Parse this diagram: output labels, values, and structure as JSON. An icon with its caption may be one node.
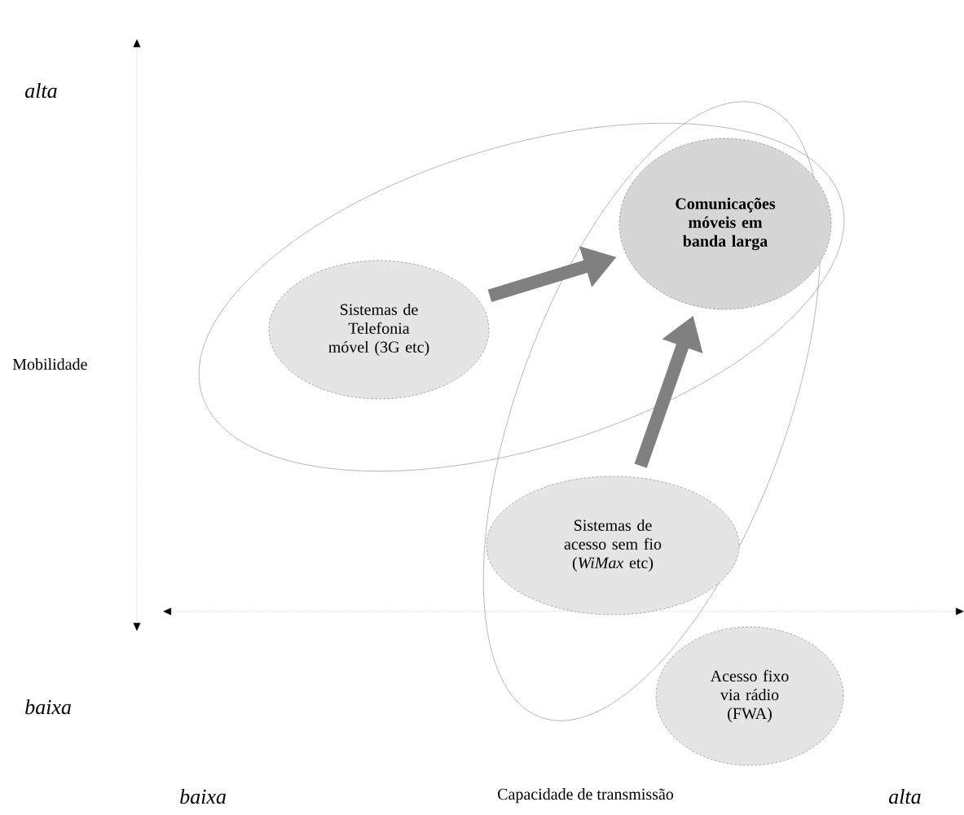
{
  "diagram": {
    "nodes": [
      {
        "text": [],
        "shape": "ellipse"
      },
      {
        "text": [
          "Sistemas de Telefonia móvel (3G etc)"
        ],
        "in": 0
      },
      {
        "text": [
          "Comunicações móveis em banda larga"
        ]
      },
      {
        "text": [],
        "shape": "ellipse"
      },
      {
        "text": [
          "Sistemas de acesso sem fio (*WiMax* etc)"
        ],
        "in": 3
      },
      {
        "text": [
          "Acesso fixo via rádio (FWA)"
        ]
      }
    ],
    "edges": [
      {
        "from": 1,
        "to": 2,
        "arrow": "to"
      },
      {
        "from": 4,
        "to": 2,
        "arrow": "to"
      }
    ],
    "labels": [
      "alta",
      "Mobilidade",
      "baixa",
      "baixa",
      "Capacidade de transmissão",
      "alta"
    ]
  }
}
